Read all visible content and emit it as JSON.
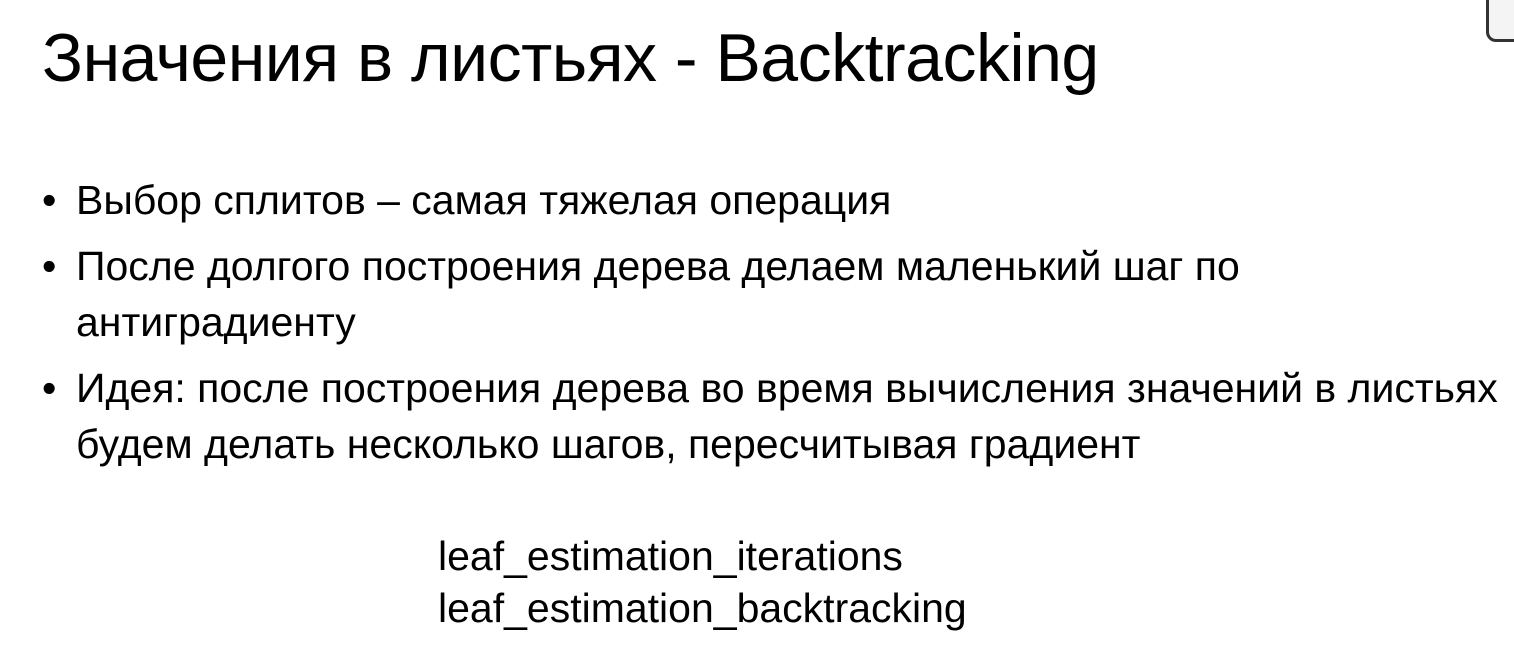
{
  "slide": {
    "title": "Значения в листьях - Backtracking",
    "bullets": [
      {
        "text": "Выбор сплитов – самая тяжелая операция"
      },
      {
        "text": "После долгого построения дерева делаем маленький шаг по антиградиенту"
      },
      {
        "text": "Идея: после построения дерева во время вычисления значений в листьях будем делать несколько шагов, пересчитывая градиент"
      }
    ],
    "params": [
      "leaf_estimation_iterations",
      "leaf_estimation_backtracking"
    ],
    "bullet_glyph": "•"
  }
}
